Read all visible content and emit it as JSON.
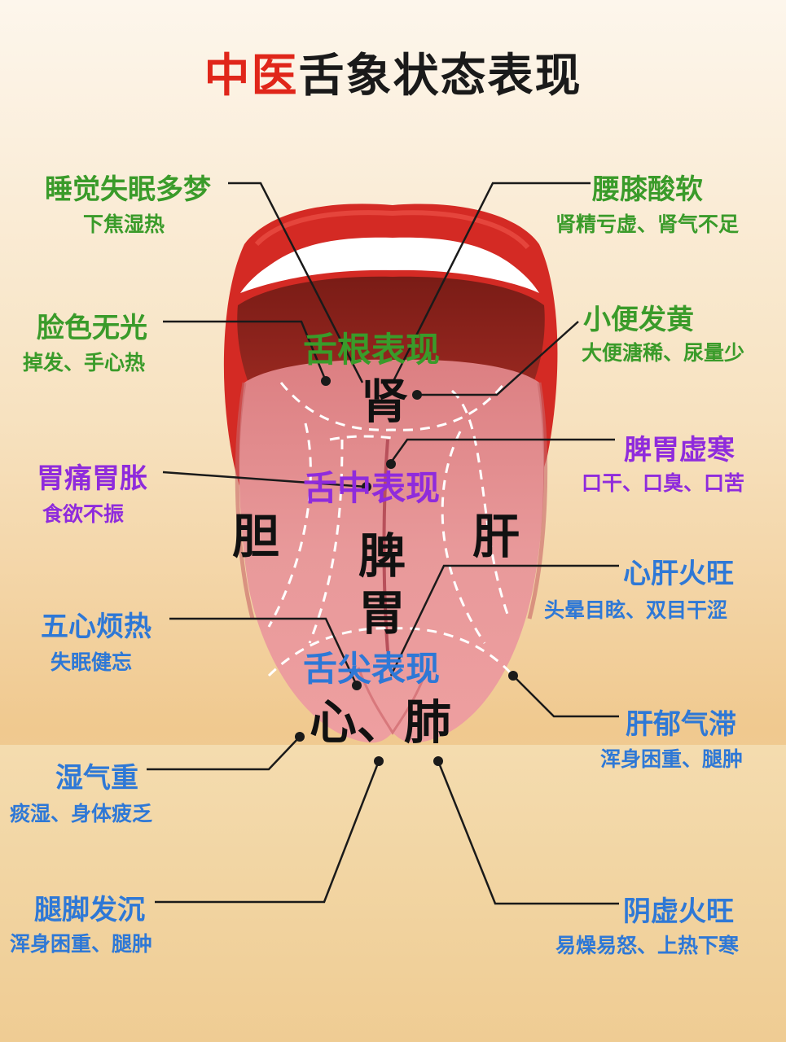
{
  "title": {
    "part1": "中医",
    "part2": "舌象状态表现"
  },
  "regions": {
    "root": "舌根表现",
    "middle": "舌中表现",
    "tip": "舌尖表现"
  },
  "organs": {
    "kidney": "肾",
    "gallbladder": "胆",
    "liver": "肝",
    "spleen1": "脾",
    "spleen2": "胃",
    "heart_lung": "心、肺"
  },
  "labels": {
    "sleep": {
      "main": "睡觉失眠多梦",
      "sub": "下焦湿热"
    },
    "waist": {
      "main": "腰膝酸软",
      "sub": "肾精亏虚、肾气不足"
    },
    "face": {
      "main": "脸色无光",
      "sub": "掉发、手心热"
    },
    "urine": {
      "main": "小便发黄",
      "sub": "大便溏稀、尿量少"
    },
    "stomach": {
      "main": "胃痛胃胀",
      "sub": "食欲不振"
    },
    "spleen": {
      "main": "脾胃虚寒",
      "sub": "口干、口臭、口苦"
    },
    "heart_liver": {
      "main": "心肝火旺",
      "sub": "头晕目眩、双目干涩"
    },
    "five_heart": {
      "main": "五心烦热",
      "sub": "失眠健忘"
    },
    "liver_qi": {
      "main": "肝郁气滞",
      "sub": "浑身困重、腿肿"
    },
    "damp": {
      "main": "湿气重",
      "sub": "痰湿、身体疲乏"
    },
    "legs": {
      "main": "腿脚发沉",
      "sub": "浑身困重、腿肿"
    },
    "yin": {
      "main": "阴虚火旺",
      "sub": "易燥易怒、上热下寒"
    }
  },
  "colors": {
    "title_red": "#e0261a",
    "green": "#3a9b2a",
    "purple": "#8f2bdc",
    "blue": "#2e78d6",
    "lip_red": "#d42a24",
    "tongue_pink": "#e89496"
  }
}
